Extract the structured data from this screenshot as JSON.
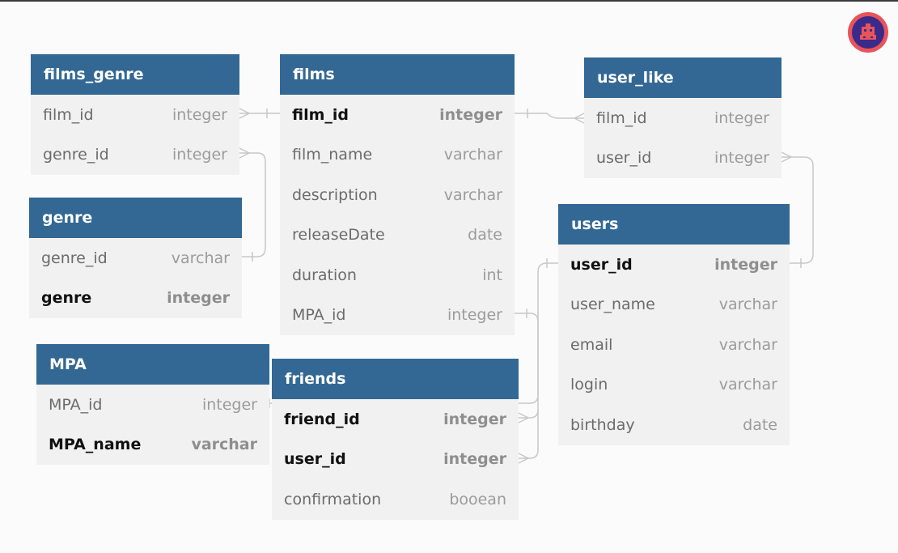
{
  "tables": {
    "films_genre": {
      "name": "films_genre",
      "columns": [
        {
          "name": "film_id",
          "type": "integer"
        },
        {
          "name": "genre_id",
          "type": "integer"
        }
      ]
    },
    "films": {
      "name": "films",
      "columns": [
        {
          "name": "film_id",
          "type": "integer"
        },
        {
          "name": "film_name",
          "type": "varchar"
        },
        {
          "name": "description",
          "type": "varchar"
        },
        {
          "name": "releaseDate",
          "type": "date"
        },
        {
          "name": "duration",
          "type": "int"
        },
        {
          "name": "MPA_id",
          "type": "integer"
        }
      ]
    },
    "user_like": {
      "name": "user_like",
      "columns": [
        {
          "name": "film_id",
          "type": "integer"
        },
        {
          "name": "user_id",
          "type": "integer"
        }
      ]
    },
    "genre": {
      "name": "genre",
      "columns": [
        {
          "name": "genre_id",
          "type": "varchar"
        },
        {
          "name": "genre",
          "type": "integer"
        }
      ]
    },
    "users": {
      "name": "users",
      "columns": [
        {
          "name": "user_id",
          "type": "integer"
        },
        {
          "name": "user_name",
          "type": "varchar"
        },
        {
          "name": "email",
          "type": "varchar"
        },
        {
          "name": "login",
          "type": "varchar"
        },
        {
          "name": "birthday",
          "type": "date"
        }
      ]
    },
    "mpa": {
      "name": "MPA",
      "columns": [
        {
          "name": "MPA_id",
          "type": "integer"
        },
        {
          "name": "MPA_name",
          "type": "varchar"
        }
      ]
    },
    "friends": {
      "name": "friends",
      "columns": [
        {
          "name": "friend_id",
          "type": "integer"
        },
        {
          "name": "user_id",
          "type": "integer"
        },
        {
          "name": "confirmation",
          "type": "booean"
        }
      ]
    }
  },
  "colors": {
    "header_bg": "#336894",
    "header_text": "#ffffff",
    "table_bg": "#f1f1f1",
    "connector": "#c8c8c8",
    "logo_ring": "#e8545a",
    "logo_core": "#3a2a8a"
  },
  "icons": {
    "app_logo": "robot-logo-icon"
  }
}
